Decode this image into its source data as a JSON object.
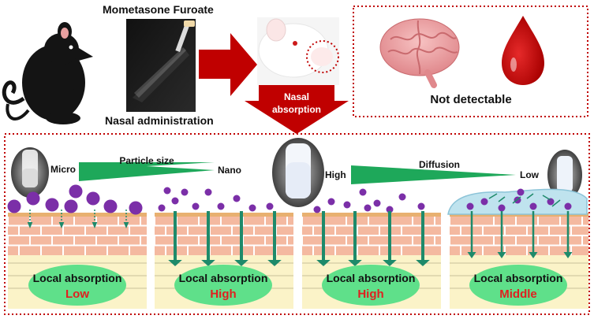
{
  "top": {
    "drug_label": "Mometasone Furoate",
    "route_label": "Nasal administration",
    "arrow_label_line1": "Nasal",
    "arrow_label_line2": "absorption",
    "not_detectable_label": "Not detectable"
  },
  "panels": [
    {
      "left_label": "Micro",
      "mid_label": "Particle size",
      "right_label": "Nano",
      "title": "Local absorption",
      "level": "Low"
    },
    {
      "title": "Local absorption",
      "level": "High"
    },
    {
      "left_label": "High",
      "mid_label": "Diffusion",
      "right_label": "Low",
      "title": "Local absorption",
      "level": "High"
    },
    {
      "title": "Local absorption",
      "level": "Middle"
    }
  ],
  "colors": {
    "arrow_red": "#c00000",
    "particle_purple": "#7b2fa8",
    "absorb_arrow_green": "#1e8a6a",
    "wedge_green": "#1ea85a",
    "ellipse_green": "#5fe08a",
    "brick": "#f4b9a0",
    "mucus_blue": "#bfe3ee",
    "dotted_border": "#c00000"
  }
}
